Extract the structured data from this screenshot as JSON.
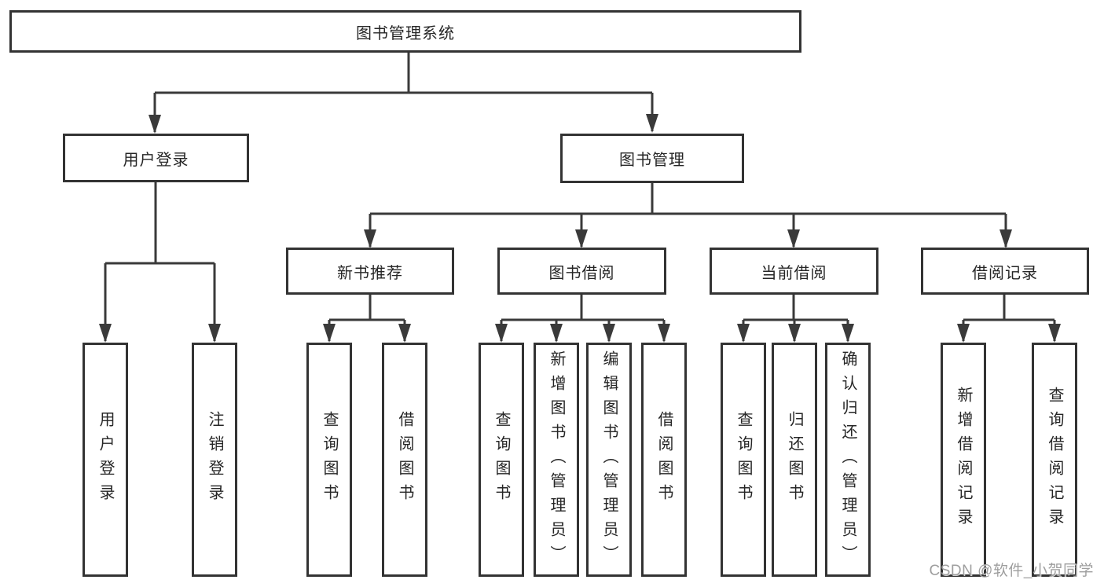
{
  "diagram": {
    "title": "图书管理系统",
    "root": {
      "label": "图书管理系统"
    },
    "level2": [
      {
        "label": "用户登录"
      },
      {
        "label": "图书管理"
      }
    ],
    "level3": [
      {
        "label": "新书推荐"
      },
      {
        "label": "图书借阅"
      },
      {
        "label": "当前借阅"
      },
      {
        "label": "借阅记录"
      }
    ],
    "leaves": {
      "user_login": [
        "用户登录",
        "注销登录"
      ],
      "new_book_recommend": [
        "查询图书",
        "借阅图书"
      ],
      "book_borrow": [
        "查询图书",
        "新增图书（管理员）",
        "编辑图书（管理员）",
        "借阅图书"
      ],
      "current_borrow": [
        "查询图书",
        "归还图书",
        "确认归还（管理员）"
      ],
      "borrow_records": [
        "新增借阅记录",
        "查询借阅记录"
      ]
    }
  },
  "watermark": {
    "text": "CSDN @软件_小贺同学",
    "color": "#9e9e9e"
  },
  "colors": {
    "line": "#3a3a3a",
    "border": "#333333",
    "text": "#262626",
    "background": "#ffffff"
  }
}
